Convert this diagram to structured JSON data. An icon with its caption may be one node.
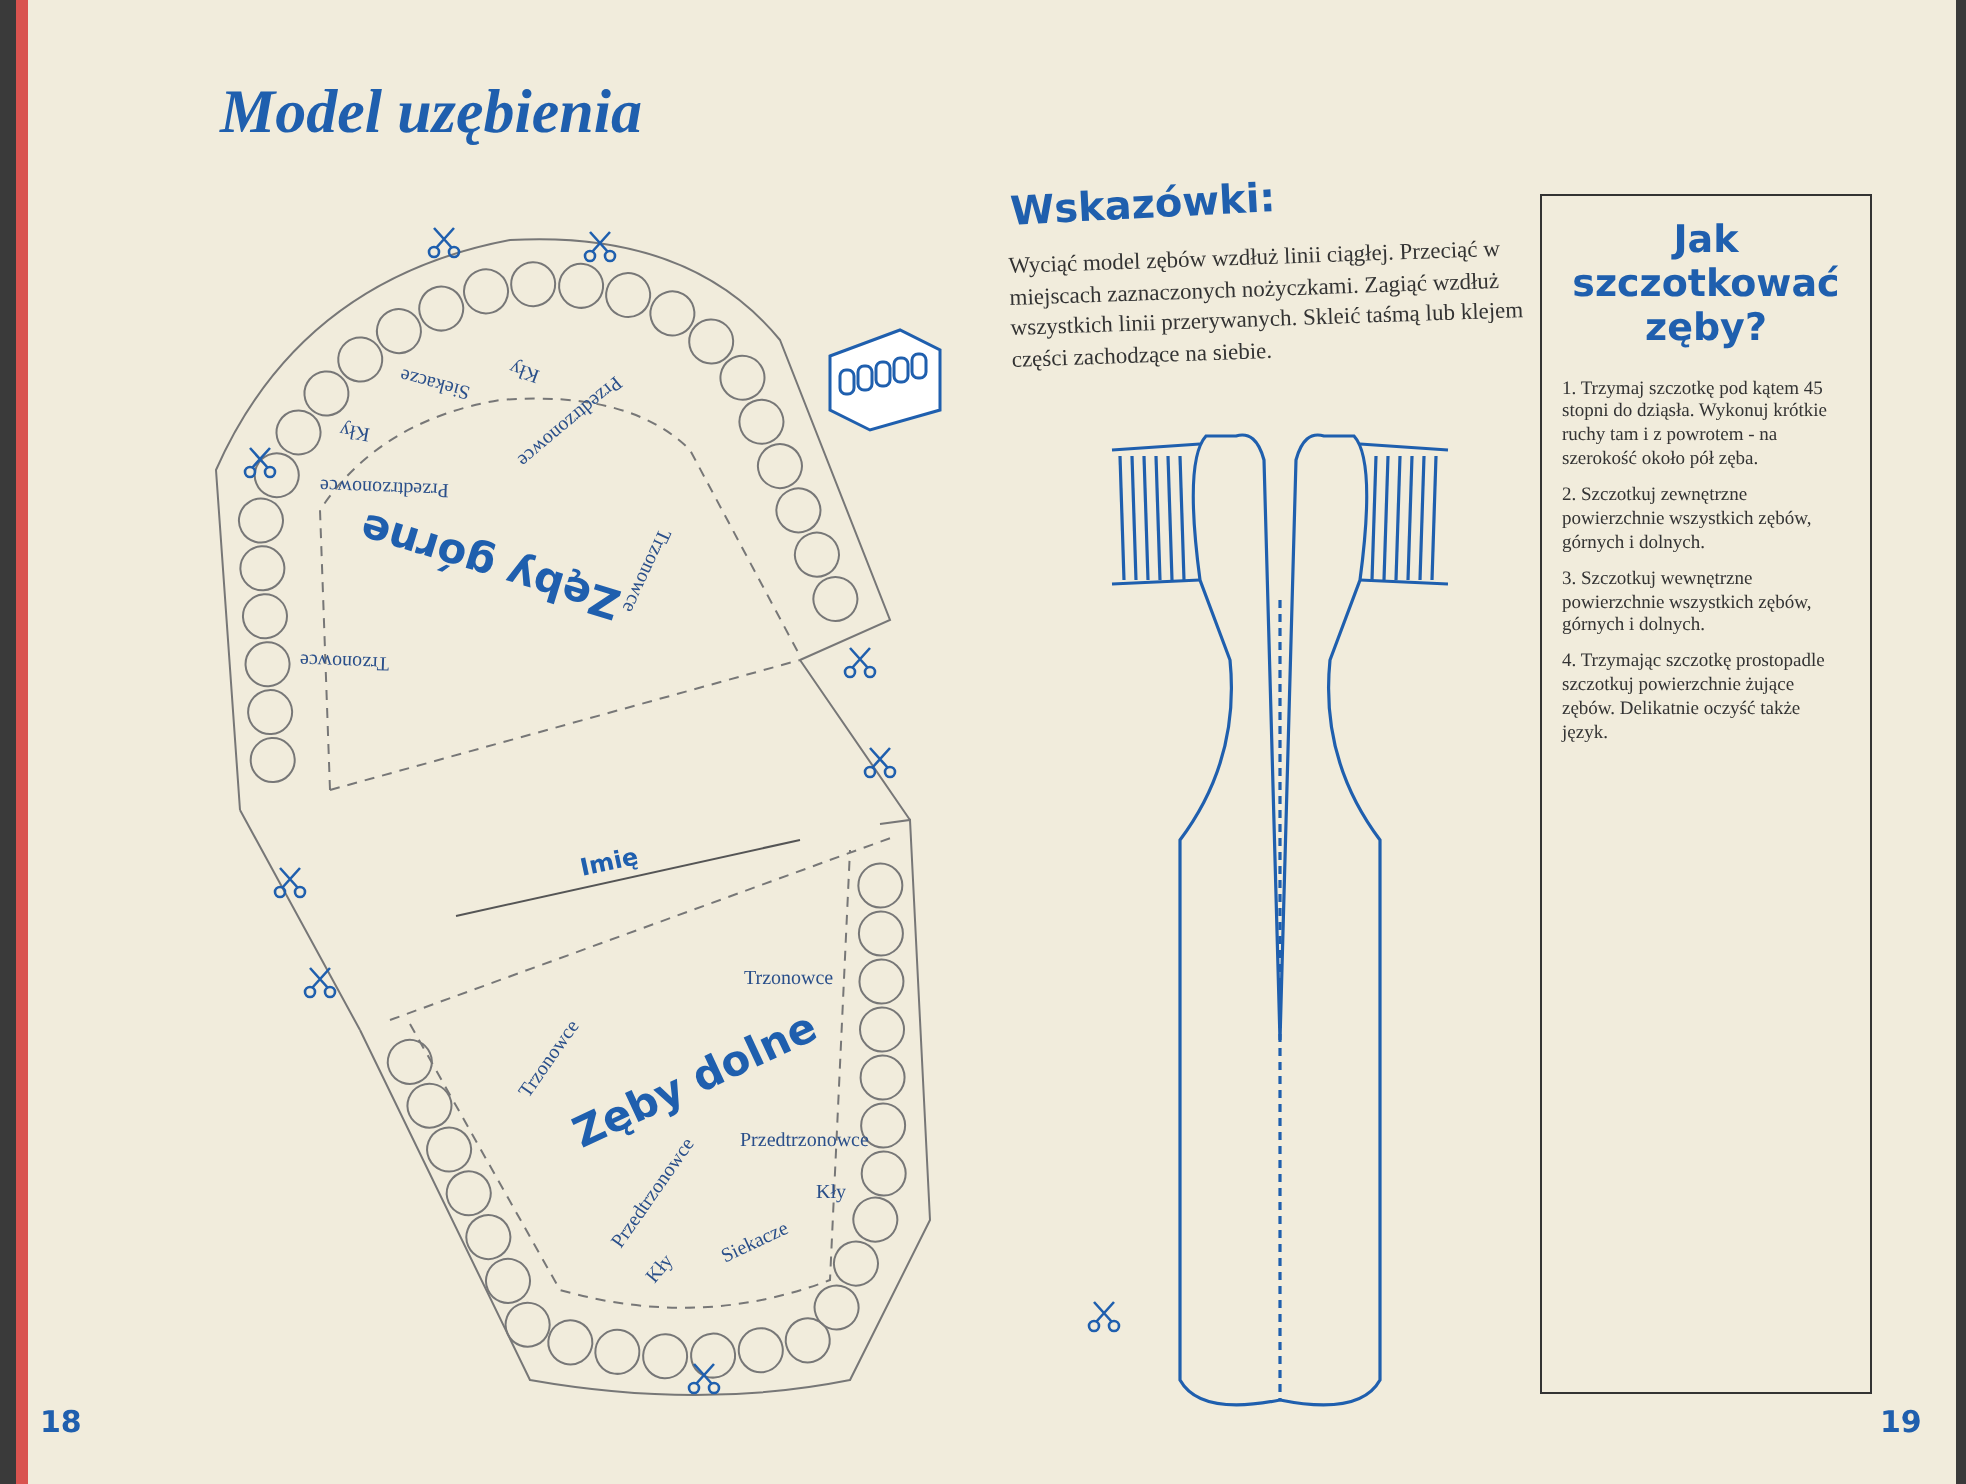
{
  "diagram": {
    "title": "Model uzębienia",
    "nodes": [
      {
        "text": [
          "Jak szczotkować zęby?",
          "1. Trzymaj szczotkę pod kątem 45 stopni do dziąsła. Wykonuj krótkie ruchy tam i z powrotem - na szerokość około pół zęba.",
          "2. Szczotkuj zewnętrzne powierzchnie wszystkich zębów, górnych i dolnych.",
          "3. Szczotkuj wewnętrzne powierzchnie wszystkich zębów, górnych i dolnych.",
          "4. Trzymając szczotkę prostopadle szczotkuj powierzchnie żujące zębów. Delikatnie oczyść także język."
        ]
      }
    ],
    "labels": [
      "Wskazówki:",
      "Wyciąć model zębów wzdłuż linii ciągłej. Przeciąć w miejscach zaznaczonych nożyczkami. Zagiąć wzdłuż wszystkich linii przerywanych. Skleić taśmą lub klejem części zachodzące na siebie.",
      "Kły",
      "Siekacze",
      "Kły",
      "Przedtrzonowce",
      "Przedtrzonowce",
      "Zęby górne",
      "Trzonowce",
      "Trzonowce",
      "Imię",
      "Trzonowce",
      "Trzonowce",
      "Zęby dolne",
      "Przedtrzonowce",
      "Przedtrzonowce",
      "Kły",
      "Siekacze",
      "Kły",
      "18",
      "19"
    ]
  }
}
